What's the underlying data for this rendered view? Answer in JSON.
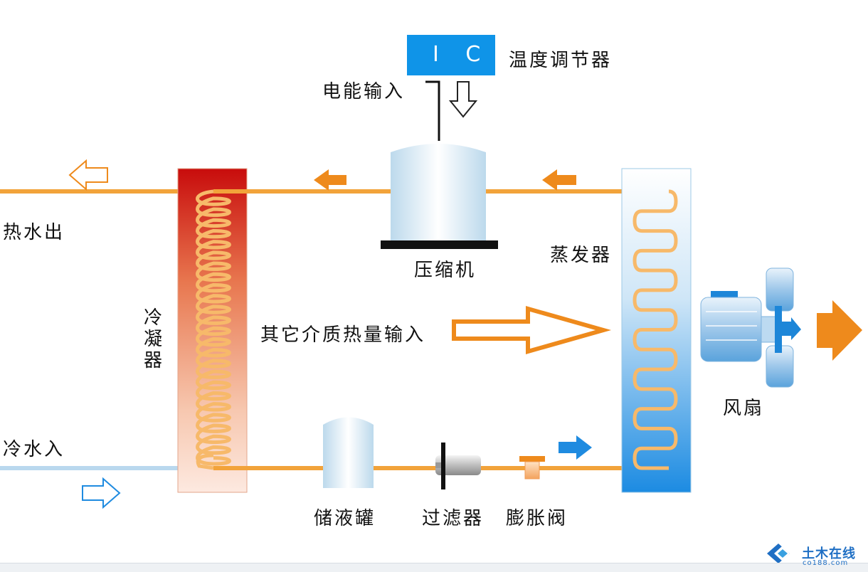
{
  "labels": {
    "ic": "I C",
    "thermostat": "温度调节器",
    "power_input": "电能输入",
    "hot_water_out": "热水出",
    "cold_water_in": "冷水入",
    "compressor": "压缩机",
    "evaporator": "蒸发器",
    "condenser": "冷凝器",
    "heat_input": "其它介质热量输入",
    "fan": "风扇",
    "receiver": "储液罐",
    "filter": "过滤器",
    "expansion_valve": "膨胀阀"
  },
  "watermark": {
    "brand": "土木在线",
    "site": "co188.com"
  },
  "colors": {
    "pipe": "#f2a33a",
    "orange_arrow": "#ee8a1c",
    "blue_arrow": "#1f8be0",
    "ic_box": "#0f94e8",
    "condenser_top": "#cc1010",
    "evaporator_bottom": "#1c8be2"
  }
}
